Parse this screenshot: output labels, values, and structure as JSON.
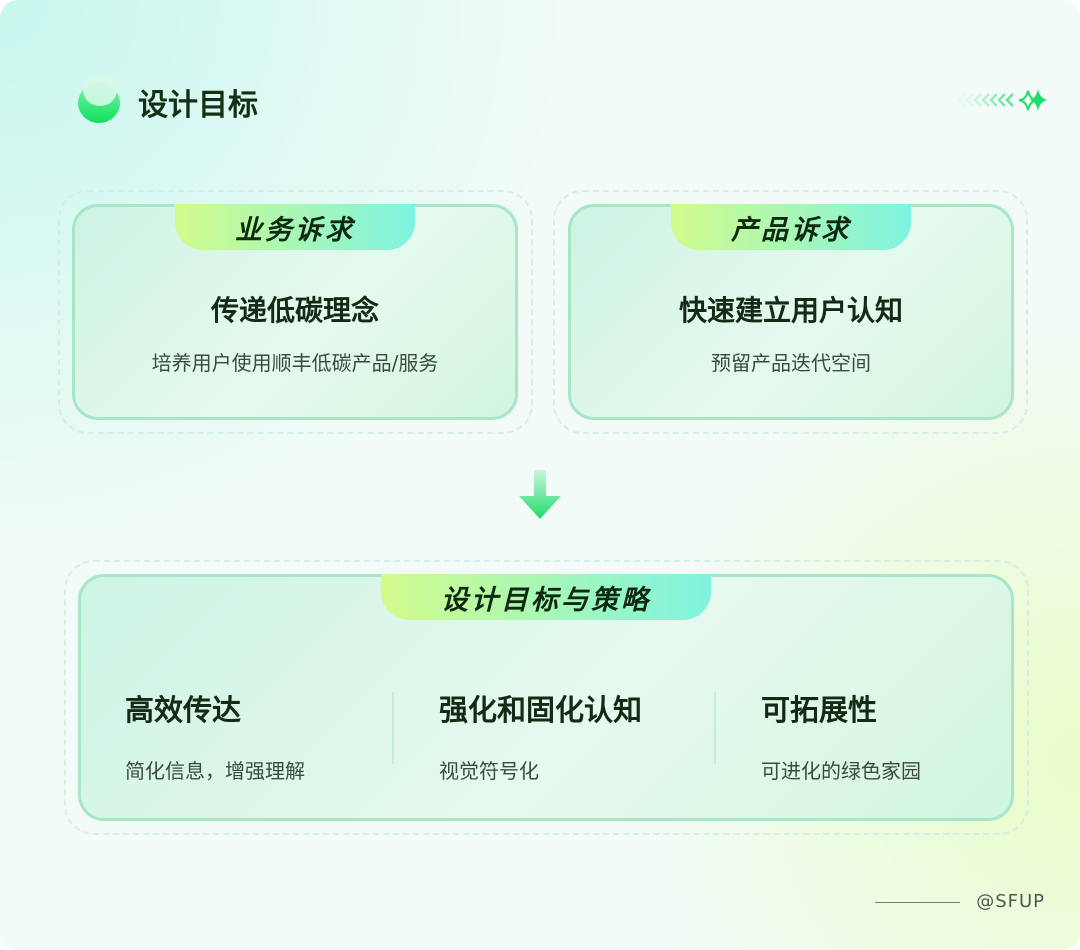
{
  "header": {
    "title": "设计目标"
  },
  "cards": [
    {
      "tab": "业务诉求",
      "heading": "传递低碳理念",
      "sub": "培养用户使用顺丰低碳产品/服务"
    },
    {
      "tab": "产品诉求",
      "heading": "快速建立用户认知",
      "sub": "预留产品迭代空间"
    }
  ],
  "strategy": {
    "tab": "设计目标与策略",
    "columns": [
      {
        "heading": "高效传达",
        "sub": "简化信息，增强理解"
      },
      {
        "heading": "强化和固化认知",
        "sub": "视觉符号化"
      },
      {
        "heading": "可拓展性",
        "sub": "可进化的绿色家园"
      }
    ]
  },
  "footer": {
    "credit": "@SFUP"
  },
  "colors": {
    "accent": "#1edc6a",
    "border": "#a7e6c6"
  }
}
